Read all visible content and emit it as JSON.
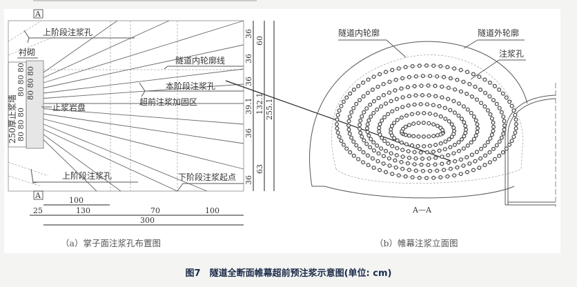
{
  "left_panel": {
    "section_marker": "A",
    "labels": {
      "upper_stage_holes_top": "上阶段注浆孔",
      "lining": "衬砌",
      "inner_contour_line": "隧道内轮廓线",
      "current_stage_holes": "本阶段注浆孔",
      "reinforcement_zone": "超前注浆加固区",
      "grout_stop_rock": "止浆岩盘",
      "grout_wall": "250厚止浆墙",
      "spacing_a": "80 80 80",
      "spacing_b": "80 80 80",
      "spacing_c": "80 80 80",
      "upper_stage_holes_bottom": "上阶段注浆孔",
      "next_stage_start": "下阶段注浆起点"
    },
    "vertical_dims": [
      "36",
      "36",
      "36",
      "39.1",
      "36",
      "36"
    ],
    "vertical_dims_mid": [
      "60",
      "132.1",
      "63"
    ],
    "vertical_dim_total": "255.1",
    "horizontal_dims": {
      "d25": "25",
      "d100_top": "100",
      "d130": "130",
      "d70": "70",
      "d100": "100",
      "d300": "300"
    },
    "caption": "（a）掌子面注浆孔布置图"
  },
  "right_panel": {
    "labels": {
      "inner_contour": "隧道内轮廓",
      "outer_contour": "隧道外轮廓",
      "grout_hole": "注浆孔"
    },
    "section_label": "A—A",
    "caption": "（b）帷幕注浆立面图"
  },
  "figure_caption": "图7　隧道全断面帷幕超前预注浆示意图(单位: cm)"
}
